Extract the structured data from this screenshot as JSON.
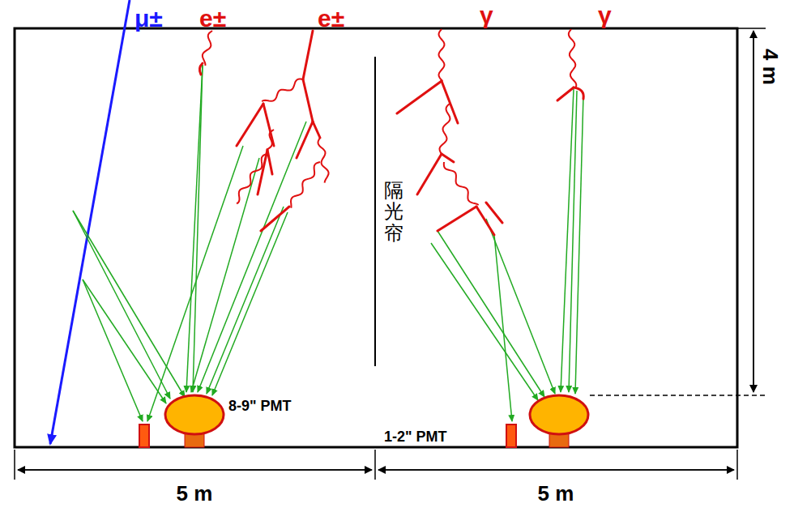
{
  "diagram": {
    "labels": [
      "μ±",
      "e±",
      "e±",
      "γ",
      "γ",
      "隔光帘",
      "4 m",
      "8-9\" PMT",
      "1-2\" PMT",
      "5 m",
      "5 m"
    ]
  }
}
